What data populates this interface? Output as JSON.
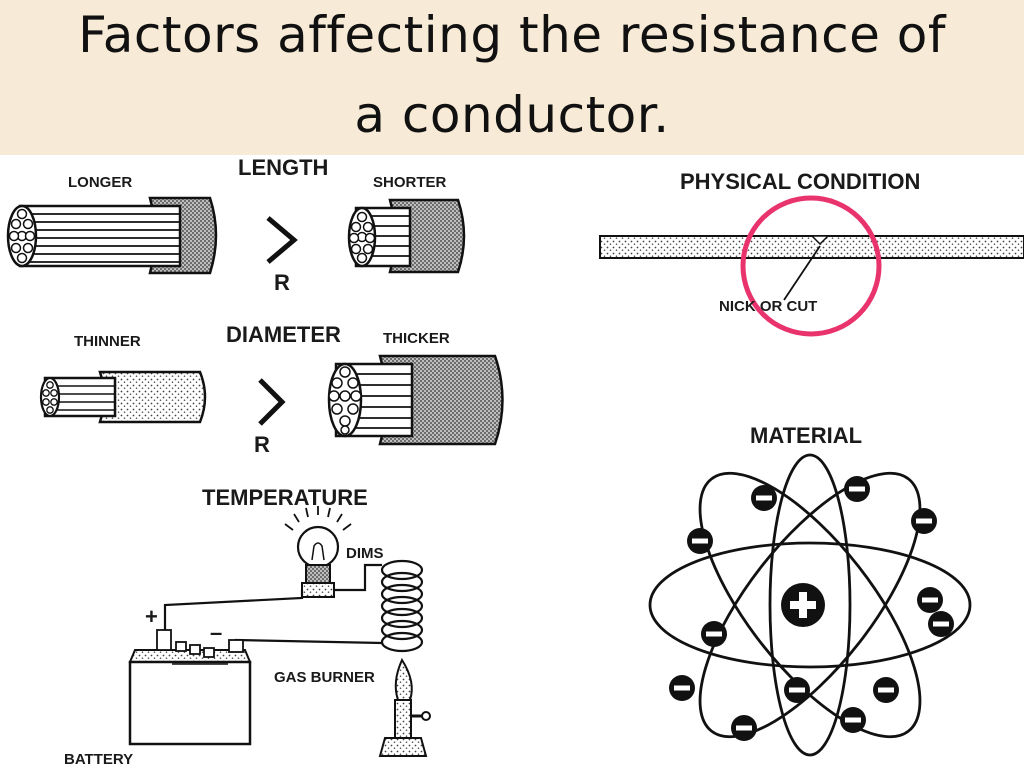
{
  "title": {
    "line1": "Factors affecting  the resistance of",
    "line2": "a conductor."
  },
  "length": {
    "heading": "LENGTH",
    "left_label": "LONGER",
    "right_label": "SHORTER",
    "comparator": ">",
    "quantity": "R"
  },
  "diameter": {
    "heading": "DIAMETER",
    "left_label": "THINNER",
    "right_label": "THICKER",
    "comparator": ">",
    "quantity": "R"
  },
  "physical_condition": {
    "heading": "PHYSICAL CONDITION",
    "callout": "NICK OR CUT",
    "highlight_color": "#e8336d"
  },
  "temperature": {
    "heading": "TEMPERATURE",
    "lamp_label": "DIMS",
    "burner_label": "GAS BURNER",
    "battery_label": "BATTERY",
    "plus_sign": "+",
    "minus_sign": "–"
  },
  "material": {
    "heading": "MATERIAL"
  },
  "colors": {
    "title_band": "#f7ebd7",
    "ink": "#1a1a1a"
  }
}
